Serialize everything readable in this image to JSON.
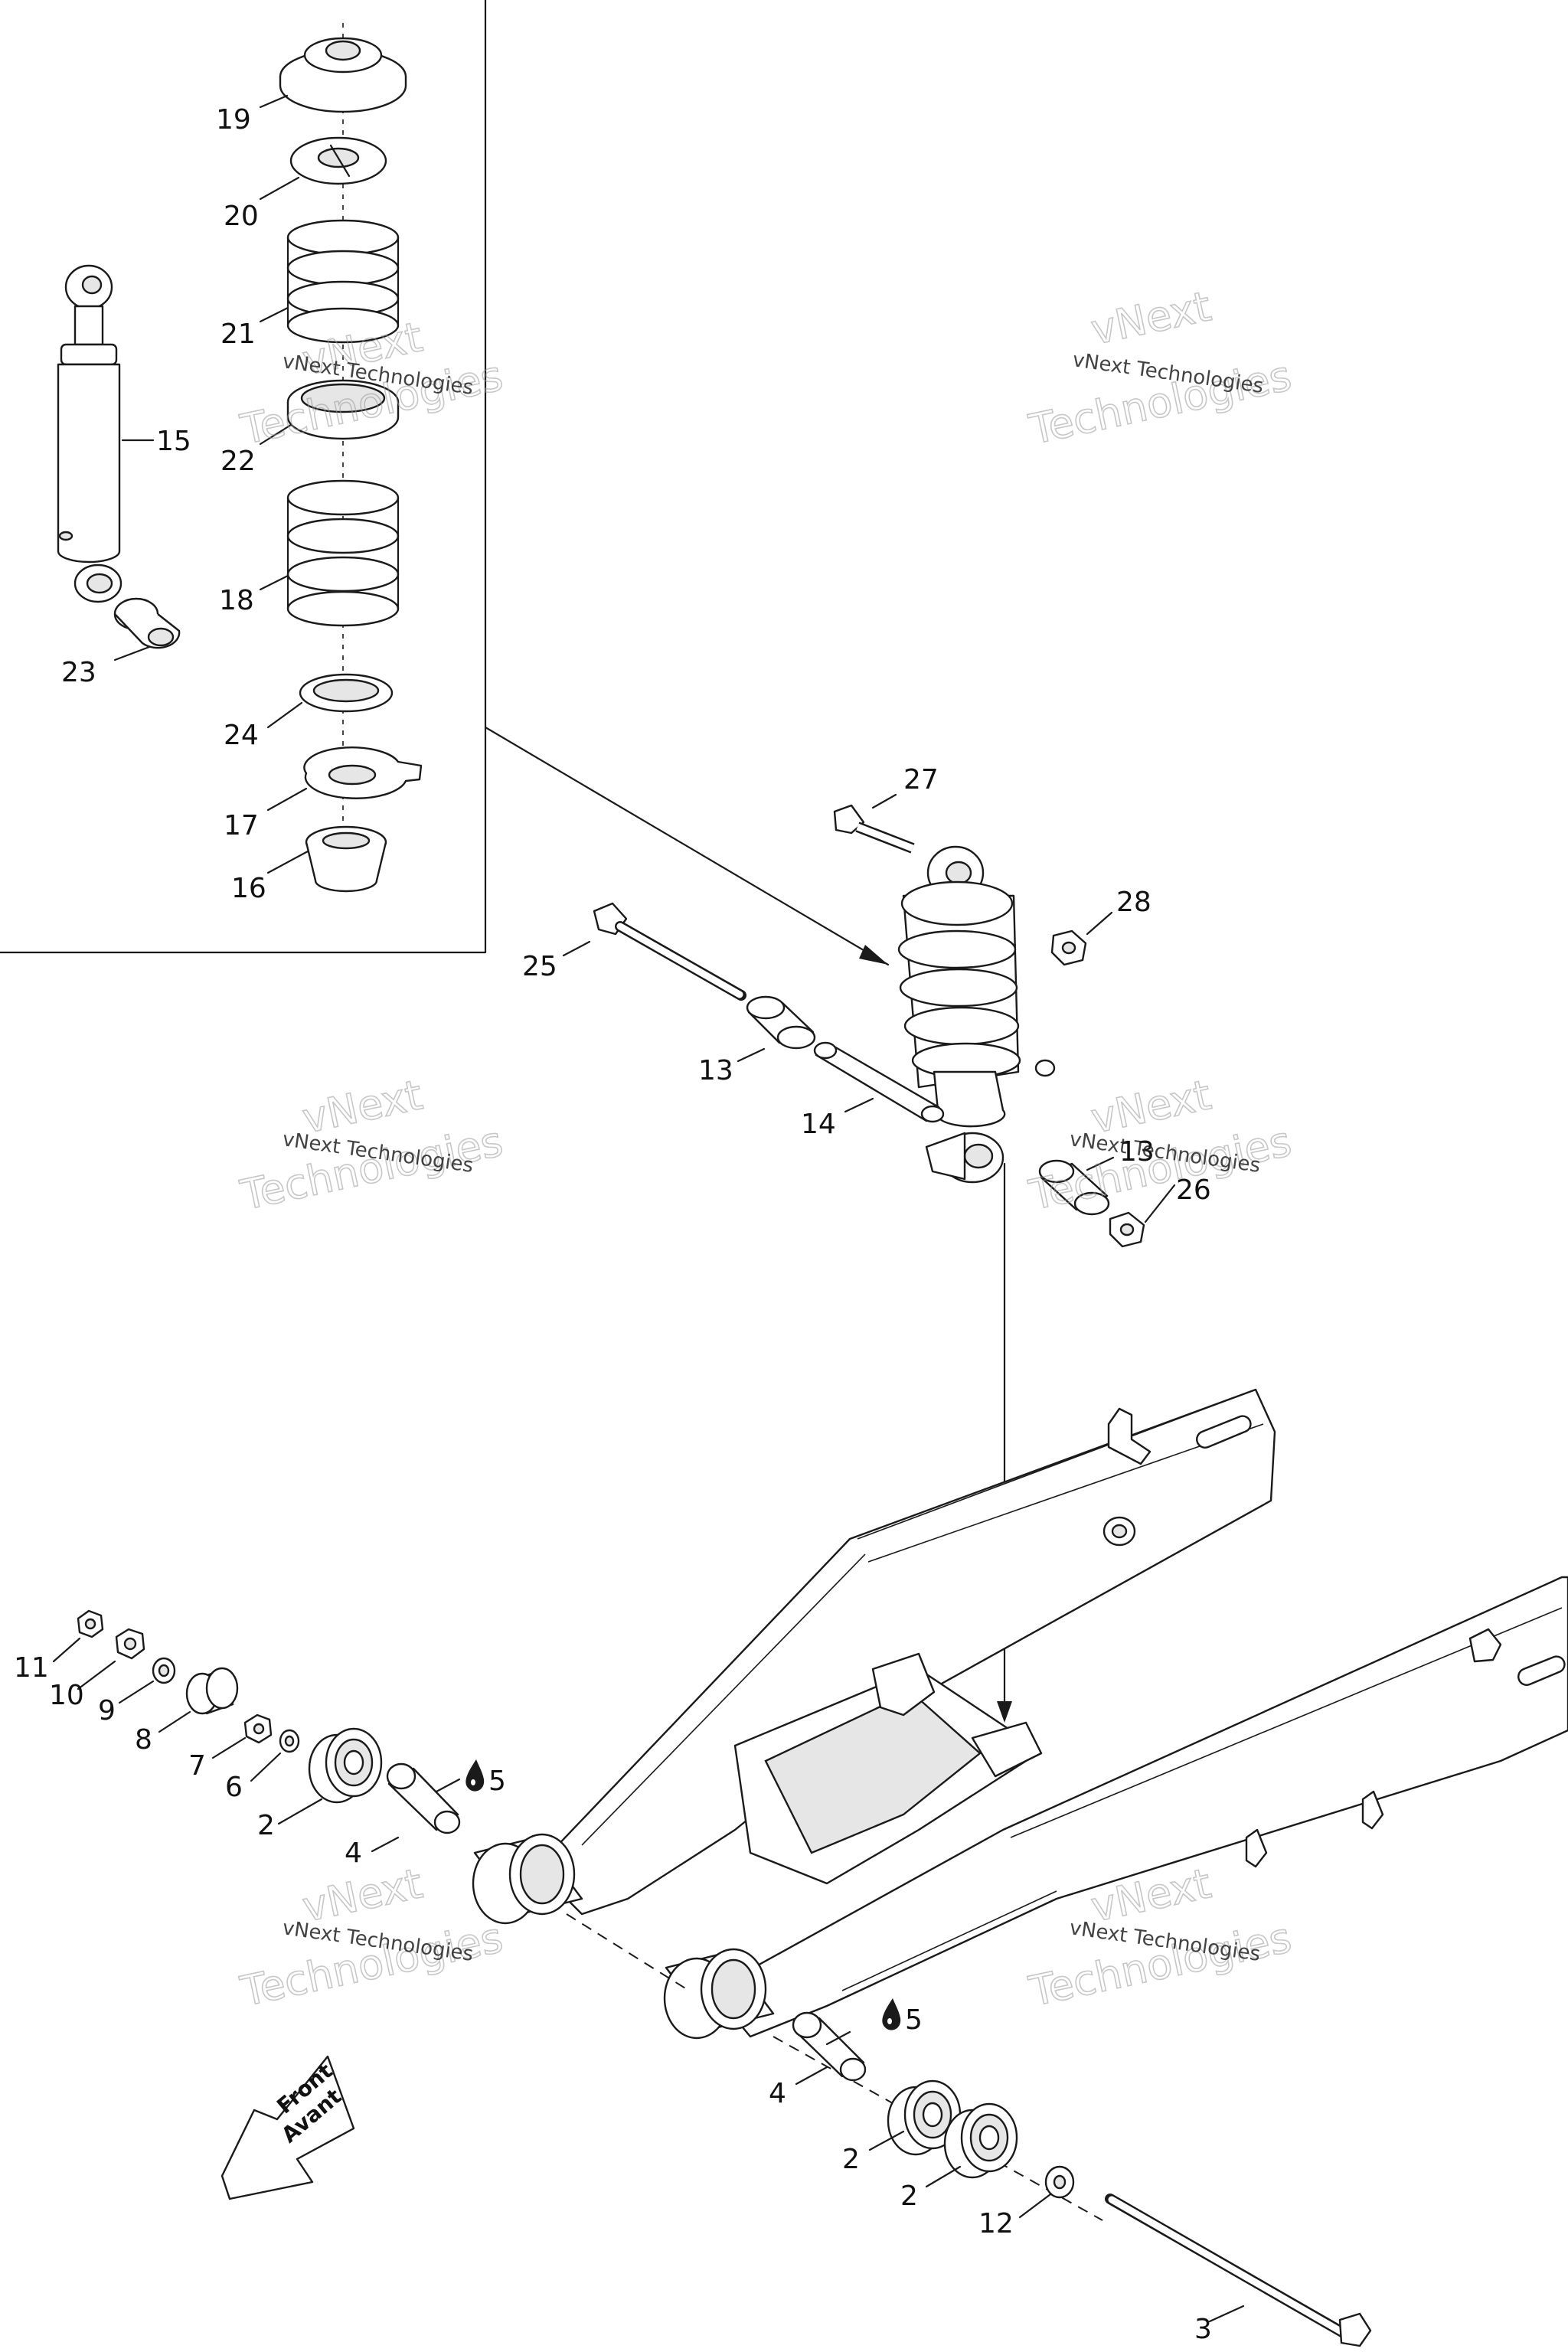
{
  "callouts": [
    {
      "id": "c19",
      "label": "19"
    },
    {
      "id": "c20",
      "label": "20"
    },
    {
      "id": "c21",
      "label": "21"
    },
    {
      "id": "c22",
      "label": "22"
    },
    {
      "id": "c15",
      "label": "15"
    },
    {
      "id": "c18",
      "label": "18"
    },
    {
      "id": "c23",
      "label": "23"
    },
    {
      "id": "c24",
      "label": "24"
    },
    {
      "id": "c17",
      "label": "17"
    },
    {
      "id": "c16",
      "label": "16"
    },
    {
      "id": "c27",
      "label": "27"
    },
    {
      "id": "c28",
      "label": "28"
    },
    {
      "id": "c25",
      "label": "25"
    },
    {
      "id": "c13a",
      "label": "13"
    },
    {
      "id": "c14",
      "label": "14"
    },
    {
      "id": "c13b",
      "label": "13"
    },
    {
      "id": "c26",
      "label": "26"
    },
    {
      "id": "c11",
      "label": "11"
    },
    {
      "id": "c10",
      "label": "10"
    },
    {
      "id": "c9",
      "label": "9"
    },
    {
      "id": "c8",
      "label": "8"
    },
    {
      "id": "c7",
      "label": "7"
    },
    {
      "id": "c6",
      "label": "6"
    },
    {
      "id": "c5a",
      "label": "5"
    },
    {
      "id": "c2a",
      "label": "2"
    },
    {
      "id": "c4a",
      "label": "4"
    },
    {
      "id": "c5b",
      "label": "5"
    },
    {
      "id": "c4b",
      "label": "4"
    },
    {
      "id": "c2b",
      "label": "2"
    },
    {
      "id": "c2c",
      "label": "2"
    },
    {
      "id": "c12",
      "label": "12"
    },
    {
      "id": "c3",
      "label": "3"
    }
  ],
  "watermark": {
    "line_small": "vNext Technologies",
    "line_a": "vNext",
    "line_b": "Technologies"
  },
  "direction_arrow": {
    "line1": "Front",
    "line2": "Avant"
  },
  "icons": {
    "lubricant": "oil-drop-icon"
  }
}
